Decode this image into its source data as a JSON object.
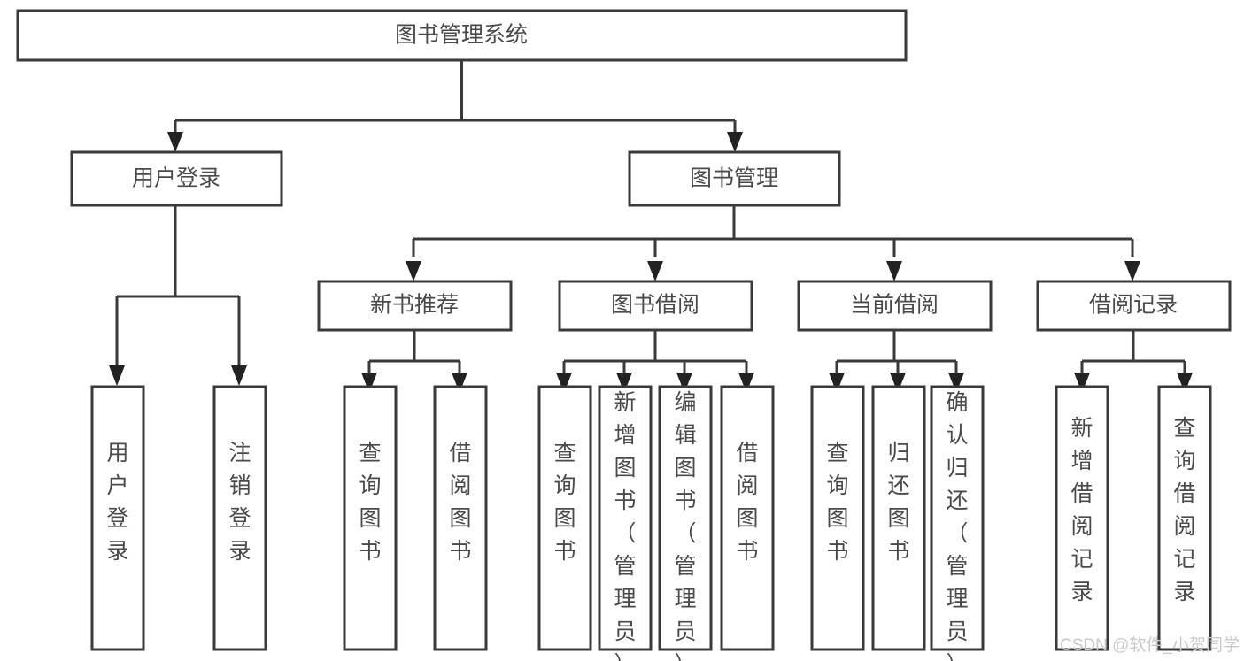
{
  "diagram": {
    "title": "图书管理系统",
    "type": "tree-hierarchy-chart",
    "colors": {
      "background": "#ffffff",
      "box_stroke": "#3a3a3a",
      "box_fill": "#ffffff",
      "text": "#4a4a4a",
      "arrow": "#222222",
      "watermark": "#c9c9c9"
    },
    "levels": {
      "root": {
        "label": "图书管理系统"
      },
      "level1": [
        {
          "id": "user-login",
          "label": "用户登录"
        },
        {
          "id": "book-manage",
          "label": "图书管理"
        }
      ],
      "level2": [
        {
          "id": "new-book-recommend",
          "label": "新书推荐",
          "parent": "book-manage"
        },
        {
          "id": "book-borrow",
          "label": "图书借阅",
          "parent": "book-manage"
        },
        {
          "id": "current-borrow",
          "label": "当前借阅",
          "parent": "book-manage"
        },
        {
          "id": "borrow-record",
          "label": "借阅记录",
          "parent": "book-manage"
        }
      ],
      "leaves": [
        {
          "id": "leaf-user-login",
          "label": "用户登录",
          "parent": "user-login"
        },
        {
          "id": "leaf-logout",
          "label": "注销登录",
          "parent": "user-login"
        },
        {
          "id": "leaf-query-book-1",
          "label": "查询图书",
          "parent": "new-book-recommend"
        },
        {
          "id": "leaf-borrow-book-1",
          "label": "借阅图书",
          "parent": "new-book-recommend"
        },
        {
          "id": "leaf-query-book-2",
          "label": "查询图书",
          "parent": "book-borrow"
        },
        {
          "id": "leaf-add-book",
          "label": "新增图书（管理员）",
          "parent": "book-borrow"
        },
        {
          "id": "leaf-edit-book",
          "label": "编辑图书（管理员）",
          "parent": "book-borrow"
        },
        {
          "id": "leaf-borrow-book-2",
          "label": "借阅图书",
          "parent": "book-borrow"
        },
        {
          "id": "leaf-query-book-3",
          "label": "查询图书",
          "parent": "current-borrow"
        },
        {
          "id": "leaf-return-book",
          "label": "归还图书",
          "parent": "current-borrow"
        },
        {
          "id": "leaf-confirm-return",
          "label": "确认归还（管理员）",
          "parent": "current-borrow"
        },
        {
          "id": "leaf-add-record",
          "label": "新增借阅记录",
          "parent": "borrow-record"
        },
        {
          "id": "leaf-query-record",
          "label": "查询借阅记录",
          "parent": "borrow-record"
        }
      ]
    },
    "watermark": "CSDN @软件_小贺同学"
  }
}
